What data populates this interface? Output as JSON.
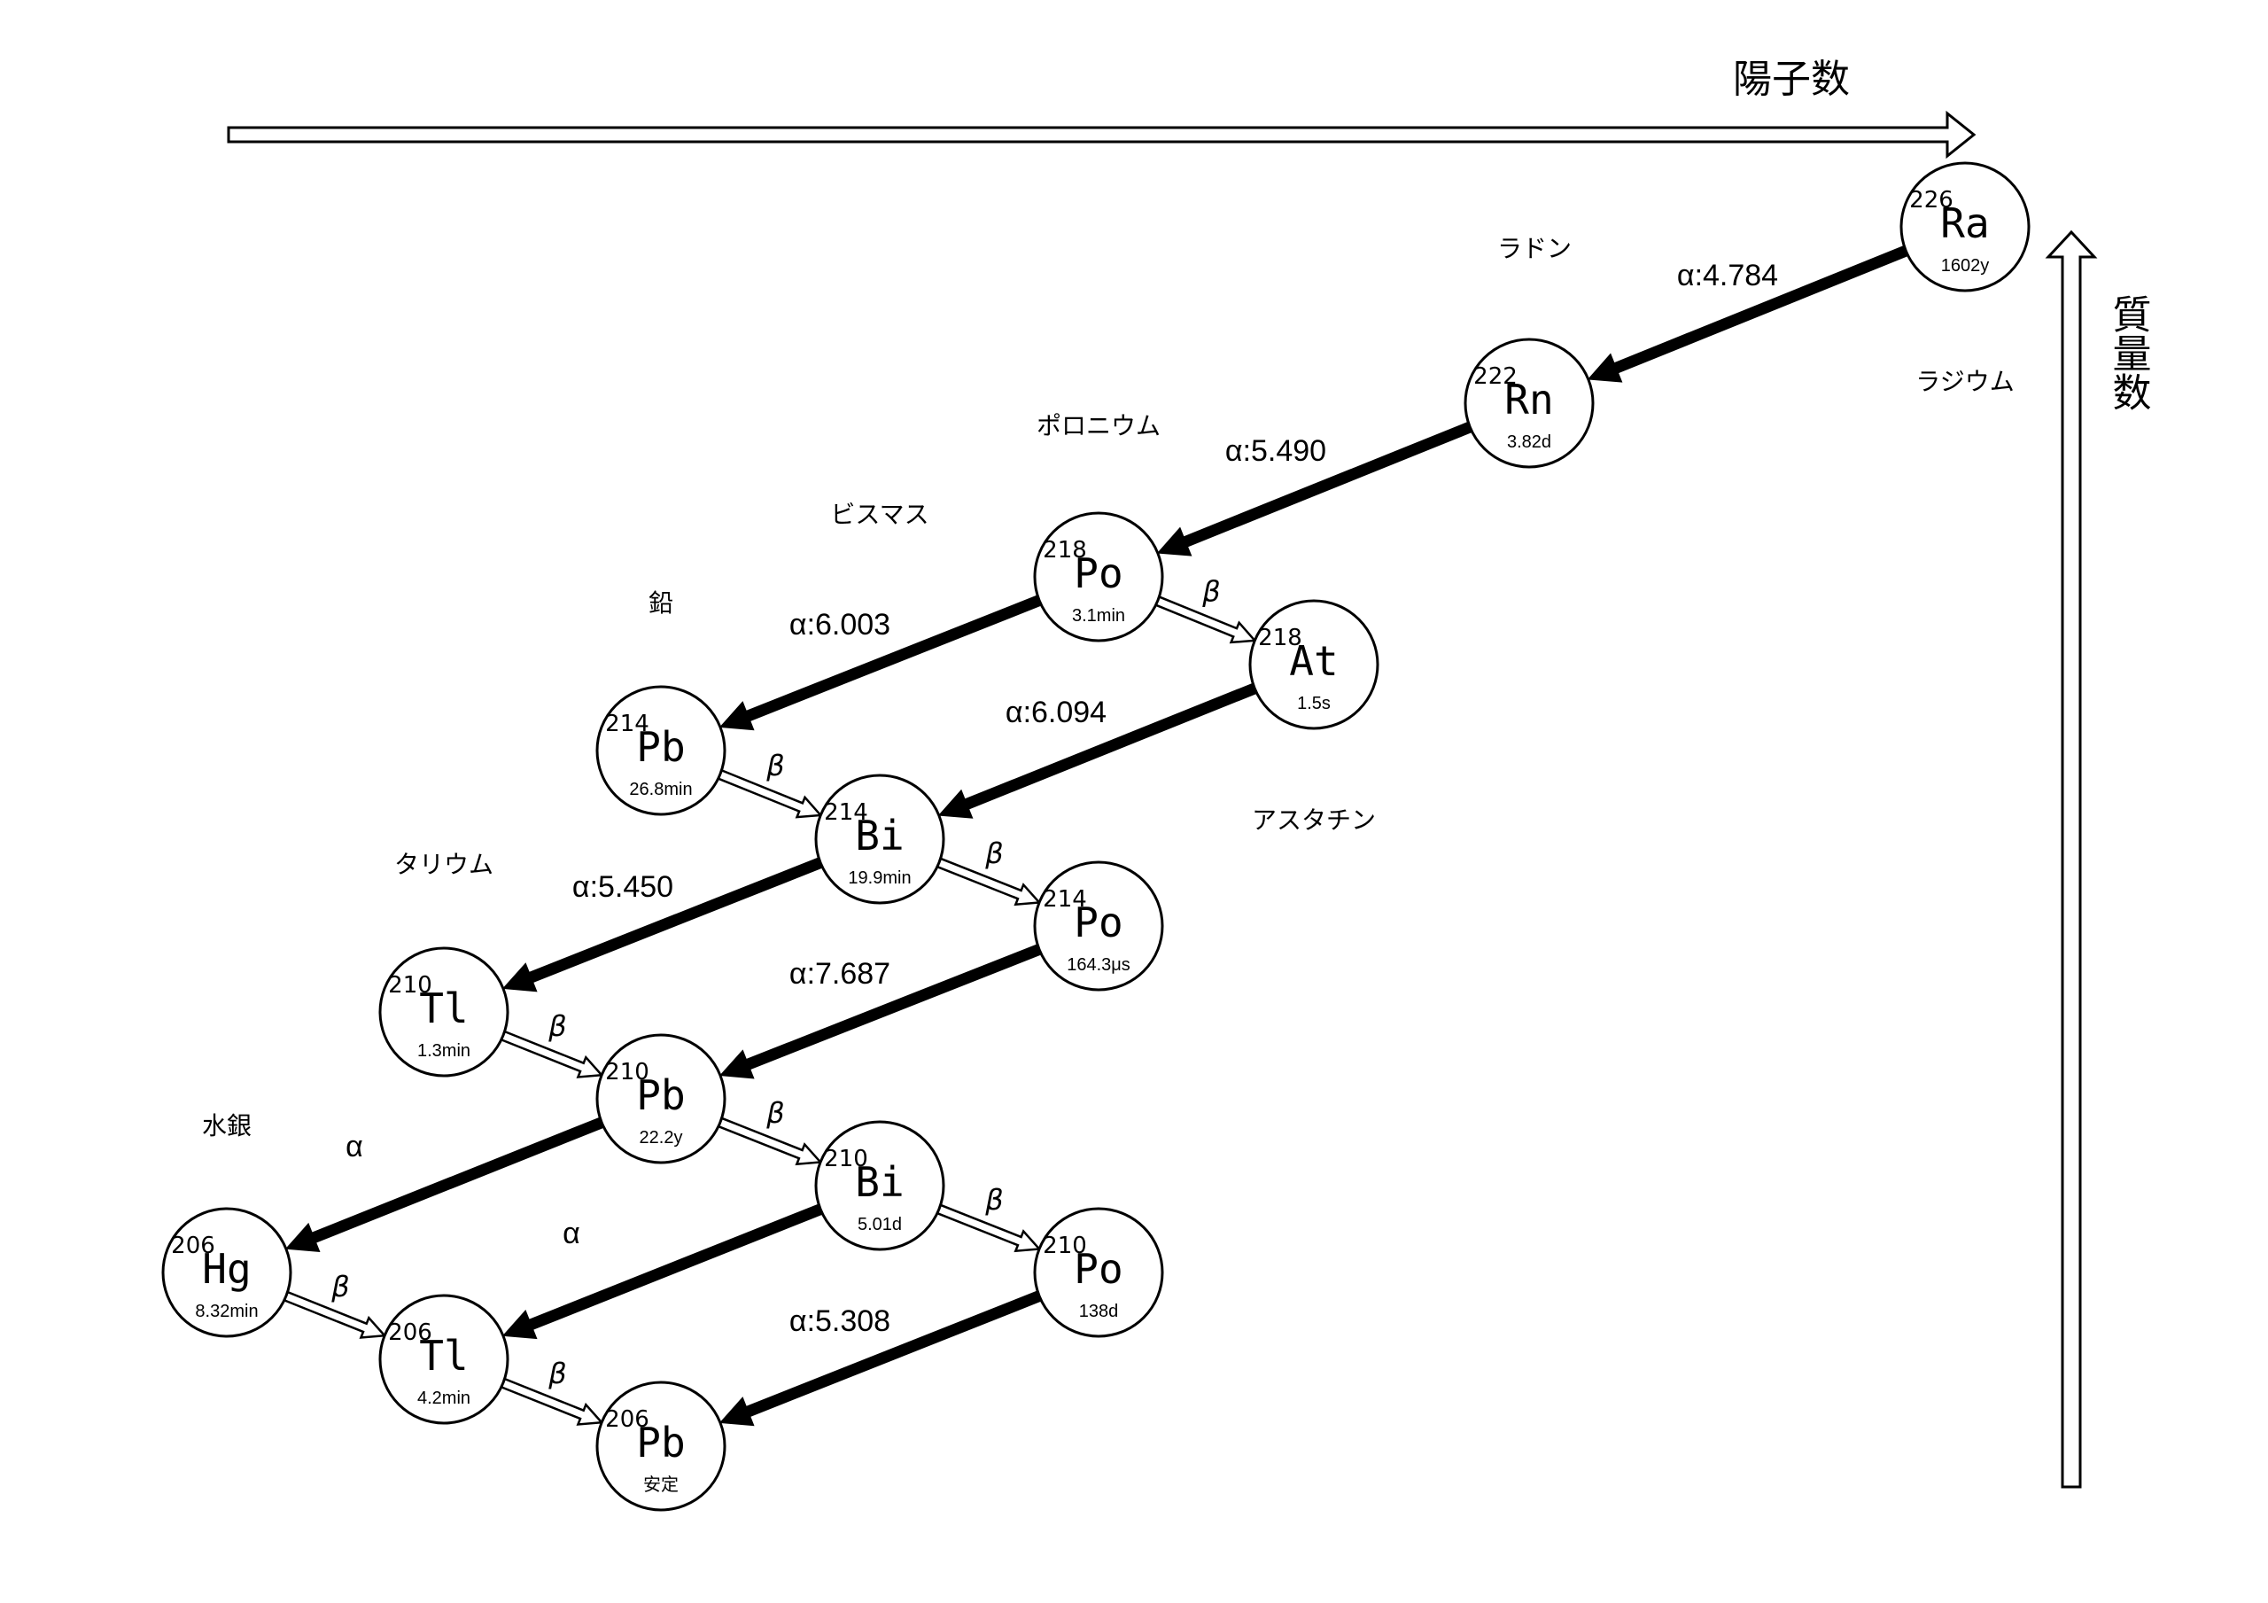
{
  "axes": {
    "proton_label": "陽子数",
    "mass_label": "質量数"
  },
  "nuclides": [
    {
      "id": "ra226",
      "mass": "226",
      "symbol": "Ra",
      "halflife": "1602y"
    },
    {
      "id": "rn222",
      "mass": "222",
      "symbol": "Rn",
      "halflife": "3.82d"
    },
    {
      "id": "po218",
      "mass": "218",
      "symbol": "Po",
      "halflife": "3.1min"
    },
    {
      "id": "at218",
      "mass": "218",
      "symbol": "At",
      "halflife": "1.5s"
    },
    {
      "id": "pb214",
      "mass": "214",
      "symbol": "Pb",
      "halflife": "26.8min"
    },
    {
      "id": "bi214",
      "mass": "214",
      "symbol": "Bi",
      "halflife": "19.9min"
    },
    {
      "id": "po214",
      "mass": "214",
      "symbol": "Po",
      "halflife": "164.3μs"
    },
    {
      "id": "tl210",
      "mass": "210",
      "symbol": "Tl",
      "halflife": "1.3min"
    },
    {
      "id": "pb210",
      "mass": "210",
      "symbol": "Pb",
      "halflife": "22.2y"
    },
    {
      "id": "bi210",
      "mass": "210",
      "symbol": "Bi",
      "halflife": "5.01d"
    },
    {
      "id": "po210",
      "mass": "210",
      "symbol": "Po",
      "halflife": "138d"
    },
    {
      "id": "hg206",
      "mass": "206",
      "symbol": "Hg",
      "halflife": "8.32min"
    },
    {
      "id": "tl206",
      "mass": "206",
      "symbol": "Tl",
      "halflife": "4.2min"
    },
    {
      "id": "pb206",
      "mass": "206",
      "symbol": "Pb",
      "halflife": "安定"
    }
  ],
  "decays": [
    {
      "type": "alpha",
      "from": "ra226",
      "to": "rn222",
      "label": "α:4.784"
    },
    {
      "type": "alpha",
      "from": "rn222",
      "to": "po218",
      "label": "α:5.490"
    },
    {
      "type": "alpha",
      "from": "po218",
      "to": "pb214",
      "label": "α:6.003"
    },
    {
      "type": "beta",
      "from": "po218",
      "to": "at218",
      "label": "β"
    },
    {
      "type": "alpha",
      "from": "at218",
      "to": "bi214",
      "label": "α:6.094"
    },
    {
      "type": "beta",
      "from": "pb214",
      "to": "bi214",
      "label": "β"
    },
    {
      "type": "alpha",
      "from": "bi214",
      "to": "tl210",
      "label": "α:5.450"
    },
    {
      "type": "beta",
      "from": "bi214",
      "to": "po214",
      "label": "β"
    },
    {
      "type": "alpha",
      "from": "po214",
      "to": "pb210",
      "label": "α:7.687"
    },
    {
      "type": "beta",
      "from": "tl210",
      "to": "pb210",
      "label": "β"
    },
    {
      "type": "alpha",
      "from": "pb210",
      "to": "hg206",
      "label": "α"
    },
    {
      "type": "beta",
      "from": "pb210",
      "to": "bi210",
      "label": "β"
    },
    {
      "type": "alpha",
      "from": "bi210",
      "to": "tl206",
      "label": "α"
    },
    {
      "type": "beta",
      "from": "bi210",
      "to": "po210",
      "label": "β"
    },
    {
      "type": "alpha",
      "from": "po210",
      "to": "pb206",
      "label": "α:5.308"
    },
    {
      "type": "beta",
      "from": "hg206",
      "to": "tl206",
      "label": "β"
    },
    {
      "type": "beta",
      "from": "tl206",
      "to": "pb206",
      "label": "β"
    }
  ],
  "element_names": [
    {
      "id": "radon",
      "text": "ラドン"
    },
    {
      "id": "radium",
      "text": "ラジウム"
    },
    {
      "id": "polonium",
      "text": "ポロニウム"
    },
    {
      "id": "bismuth",
      "text": "ビスマス"
    },
    {
      "id": "lead",
      "text": "鉛"
    },
    {
      "id": "astatine",
      "text": "アスタチン"
    },
    {
      "id": "thallium",
      "text": "タリウム"
    },
    {
      "id": "mercury",
      "text": "水銀"
    }
  ]
}
